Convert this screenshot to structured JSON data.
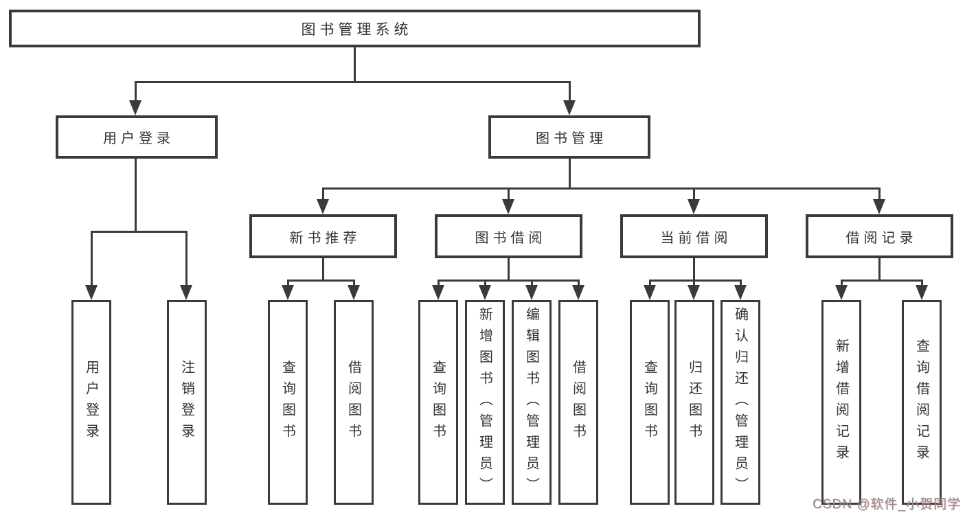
{
  "diagram": {
    "title": "图书管理系统",
    "root": {
      "label": "图书管理系统"
    },
    "level2": [
      {
        "label": "用户登录"
      },
      {
        "label": "图书管理"
      }
    ],
    "level3": [
      {
        "label": "新书推荐"
      },
      {
        "label": "图书借阅"
      },
      {
        "label": "当前借阅"
      },
      {
        "label": "借阅记录"
      }
    ],
    "leaves": [
      {
        "label": "用户登录",
        "parent": "用户登录"
      },
      {
        "label": "注销登录",
        "parent": "用户登录"
      },
      {
        "label": "查询图书",
        "parent": "新书推荐"
      },
      {
        "label": "借阅图书",
        "parent": "新书推荐"
      },
      {
        "label": "查询图书",
        "parent": "图书借阅"
      },
      {
        "label": "新增图书（管理员）",
        "parent": "图书借阅"
      },
      {
        "label": "编辑图书（管理员）",
        "parent": "图书借阅"
      },
      {
        "label": "借阅图书",
        "parent": "图书借阅"
      },
      {
        "label": "查询图书",
        "parent": "当前借阅"
      },
      {
        "label": "归还图书",
        "parent": "当前借阅"
      },
      {
        "label": "确认归还（管理员）",
        "parent": "当前借阅"
      },
      {
        "label": "新增借阅记录",
        "parent": "借阅记录"
      },
      {
        "label": "查询借阅记录",
        "parent": "借阅记录"
      }
    ]
  },
  "watermark": {
    "text": "CSDN @软件_小贺同学"
  },
  "colors": {
    "line": "#3a3a3a",
    "text": "#333333",
    "background": "#ffffff",
    "watermark": "#8e8e96"
  }
}
